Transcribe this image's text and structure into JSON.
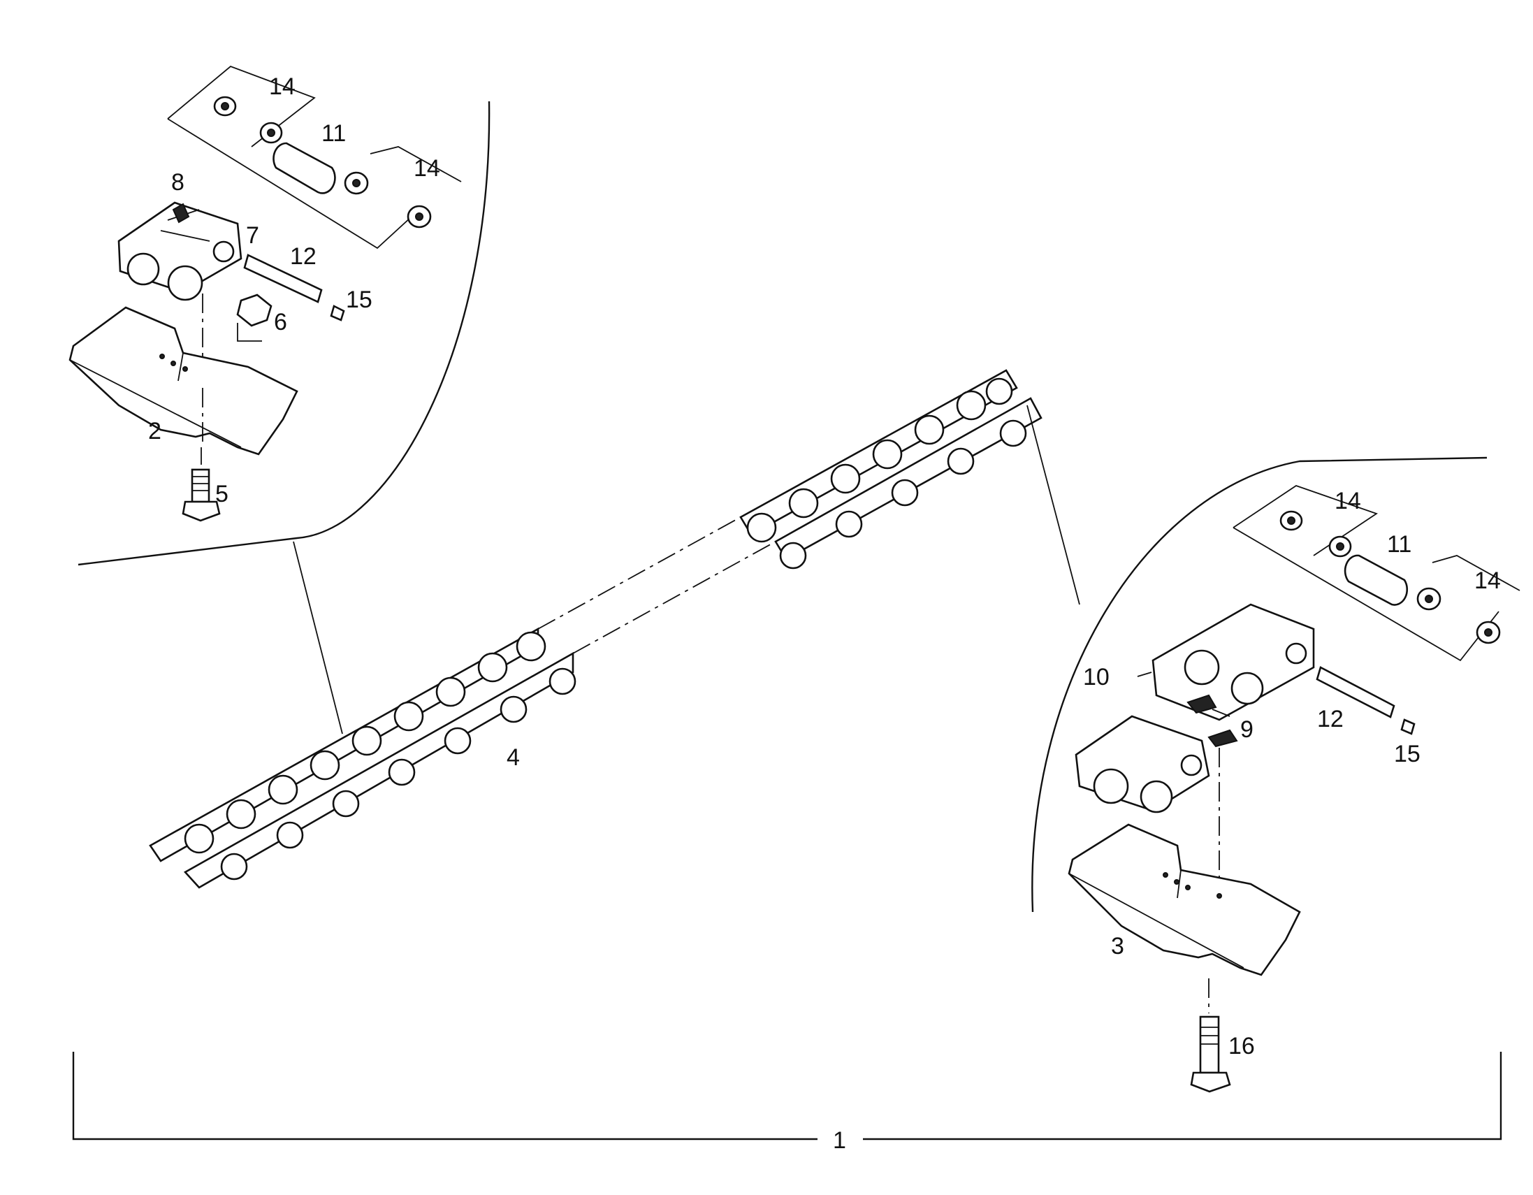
{
  "callouts": {
    "c1": "1",
    "c2": "2",
    "c3": "3",
    "c4": "4",
    "c5": "5",
    "c6": "6",
    "c7": "7",
    "c8": "8",
    "c9": "9",
    "c10": "10",
    "c11a": "11",
    "c11b": "11",
    "c12a": "12",
    "c12b": "12",
    "c14a": "14",
    "c14b": "14",
    "c14c": "14",
    "c14d": "14",
    "c15a": "15",
    "c15b": "15",
    "c16": "16"
  },
  "colors": {
    "ink": "#111111",
    "paper": "#ffffff"
  }
}
